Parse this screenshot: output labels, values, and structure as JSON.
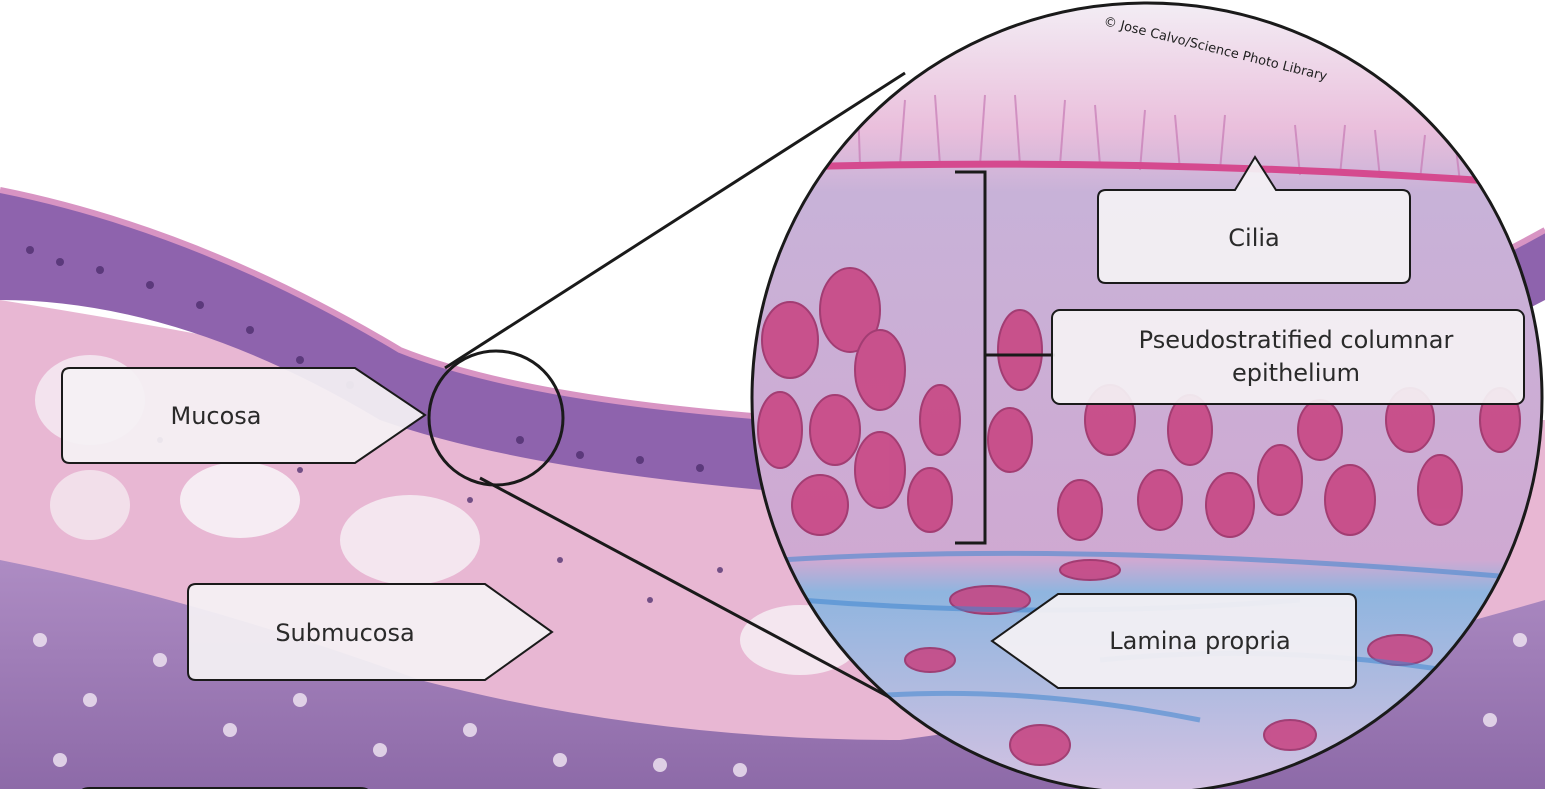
{
  "image": {
    "labels": {
      "mucosa": "Mucosa",
      "submucosa": "Submucosa",
      "cilia": "Cilia",
      "epithelium_line1": "Pseudostratified columnar",
      "epithelium_line2": "epithelium",
      "lamina_propria": "Lamina propria"
    },
    "credit": "© Jose Calvo/Science Photo Library",
    "colors": {
      "tissue_pink": "#e4a9cf",
      "cartilage_purple": "#9a76b8",
      "epithelium_purple": "#7a4f9a",
      "nucleus_magenta": "#c23a7a",
      "lamina_blue": "#4f8fd0",
      "label_fill": "#f4f1f4",
      "outline": "#1a1a1a"
    }
  }
}
